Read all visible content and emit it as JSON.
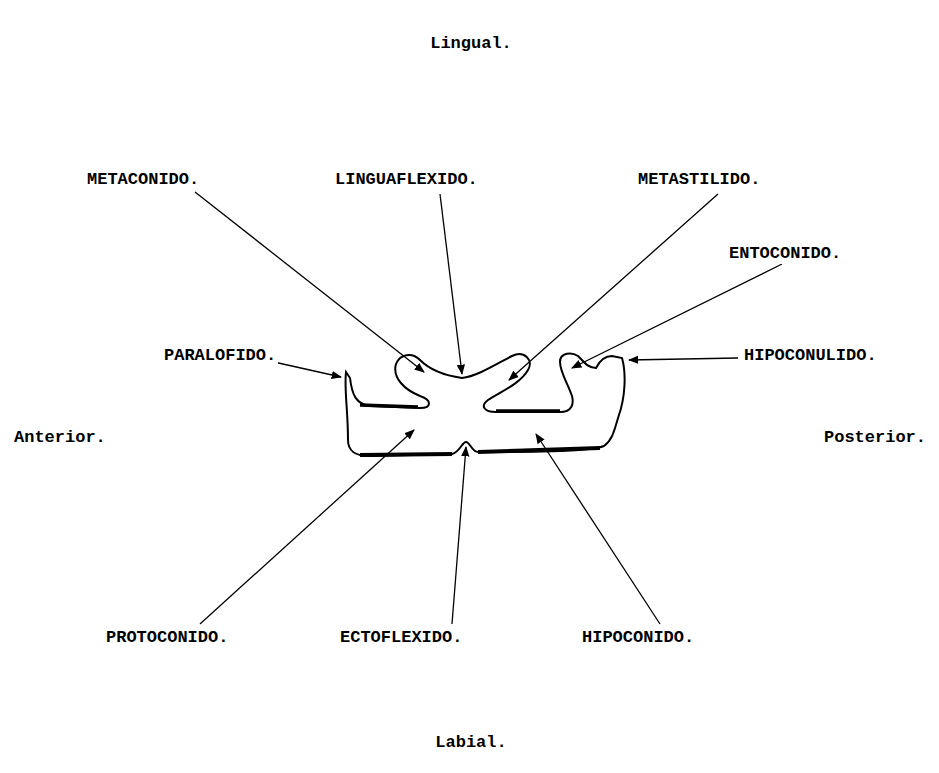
{
  "diagram": {
    "labels": [
      "Lingual.",
      "METACONIDO.",
      "LINGUAFLEXIDO.",
      "METASTILIDO.",
      "ENTOCONIDO.",
      "PARALOFIDO.",
      "HIPOCONULIDO.",
      "Anterior.",
      "Posterior.",
      "PROTOCONIDO.",
      "ECTOFLEXIDO.",
      "HIPOCONIDO.",
      "Labial."
    ]
  }
}
